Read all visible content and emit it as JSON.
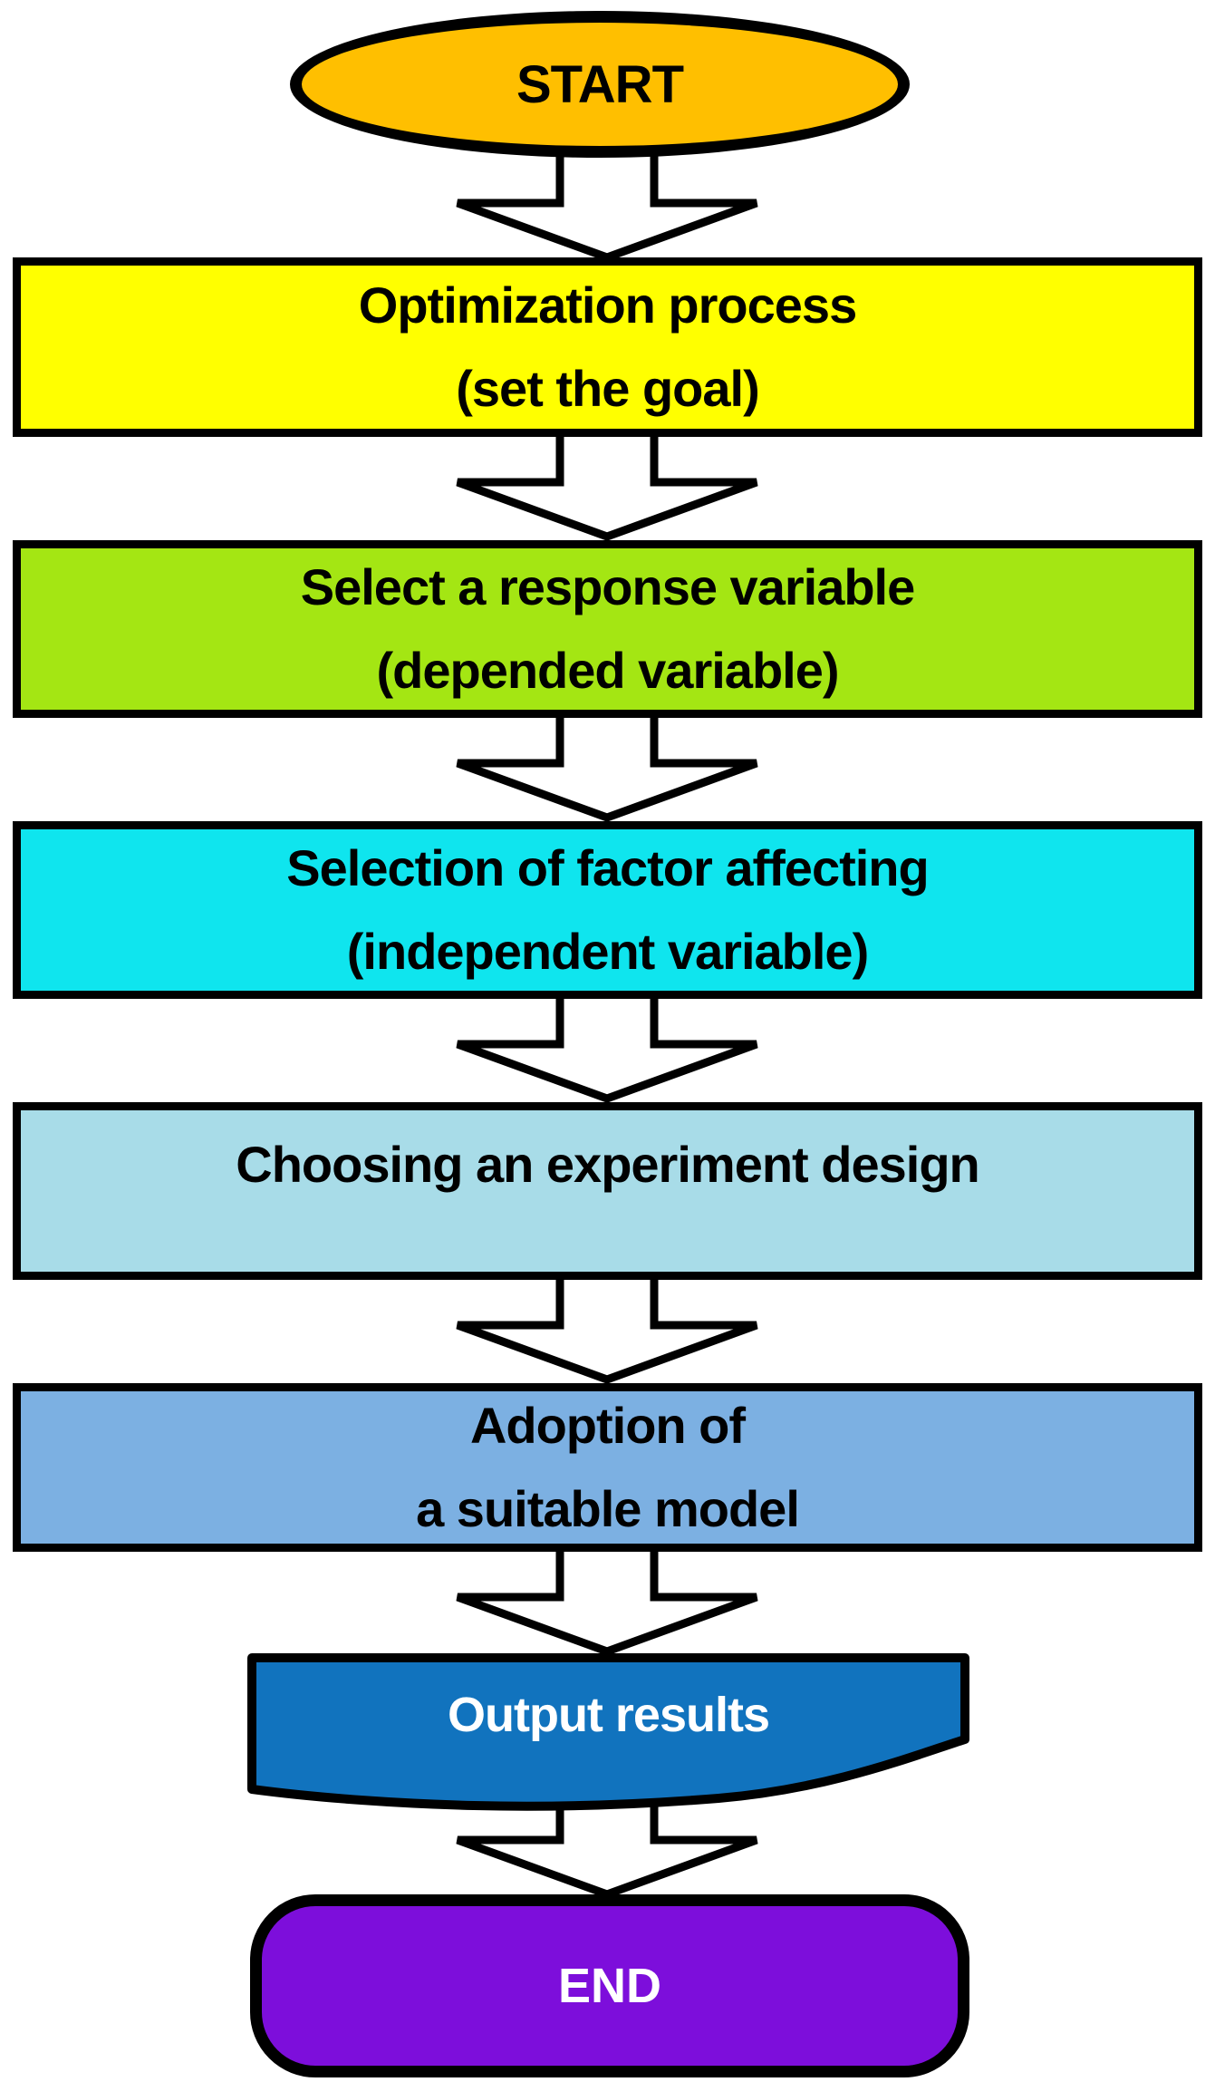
{
  "flowchart": {
    "start": {
      "shape": "ellipse",
      "label": "START",
      "fill": "#FFBF00",
      "text_color": "#000000"
    },
    "steps": [
      {
        "shape": "rectangle",
        "line1": "Optimization process",
        "line2": "(set the goal)",
        "fill": "#FFFF00",
        "text_color": "#000000"
      },
      {
        "shape": "rectangle",
        "line1": "Select a response variable",
        "line2": "(depended variable)",
        "fill": "#A4E613",
        "text_color": "#000000"
      },
      {
        "shape": "rectangle",
        "line1": "Selection of factor affecting",
        "line2": "(independent variable)",
        "fill": "#0FE5EE",
        "text_color": "#000000"
      },
      {
        "shape": "rectangle",
        "line1": "Choosing an experiment design",
        "line2": "",
        "fill": "#A8DCE8",
        "text_color": "#000000"
      },
      {
        "shape": "rectangle",
        "line1": "Adoption of",
        "line2": "a suitable model",
        "fill": "#7CB0E2",
        "text_color": "#000000"
      }
    ],
    "output": {
      "shape": "document",
      "label": "Output results",
      "fill": "#1173BE",
      "text_color": "#FFFFFF"
    },
    "end": {
      "shape": "rounded-rectangle",
      "label": "END",
      "fill": "#7D0EDB",
      "text_color": "#FFFFFF"
    }
  },
  "colors": {
    "outline": "#000000",
    "arrow_fill": "#FFFFFF",
    "background": "#FFFFFF"
  }
}
